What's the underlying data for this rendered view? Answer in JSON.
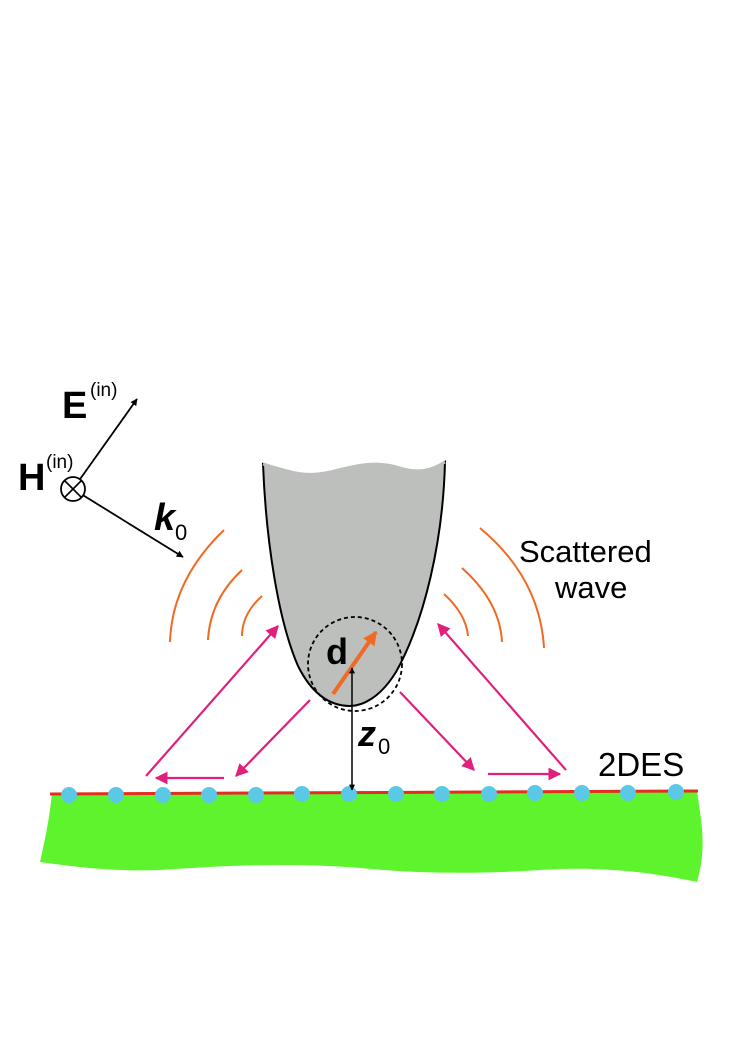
{
  "labels": {
    "e_field": "E",
    "e_field_sup": "(in)",
    "h_field": "H",
    "h_field_sup": "(in)",
    "wavevector": "k",
    "wavevector_sub": "0",
    "dipole": "d",
    "height": "z",
    "height_sub": "0",
    "scattered_line1": "Scattered",
    "scattered_line2": "wave",
    "layer": "2DES"
  },
  "colors": {
    "tip_fill": "#bcbfbc",
    "substrate": "#5df42e",
    "layer_line": "#e32d1e",
    "electrons": "#5bc8e6",
    "plasmon_arrows": "#e0207a",
    "scattered_wave": "#f06a24",
    "dipole_arrow": "#f06a24"
  },
  "icons": {
    "h_field_marker": "circle-cross-icon"
  }
}
